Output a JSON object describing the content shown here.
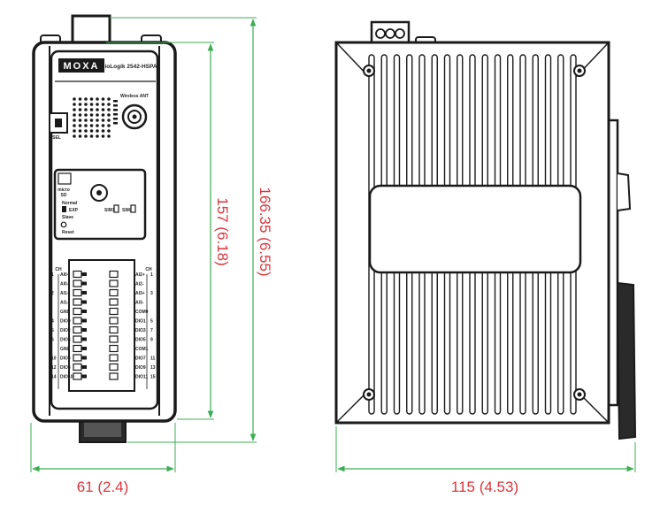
{
  "brand": "MOXA",
  "model": "ioLogik 2542-HSPA",
  "colors": {
    "dimension": "#d9363e",
    "dimension_line": "#3cae53",
    "outline": "#1a1a1a"
  },
  "front_view": {
    "labels": {
      "wireless_ant": "Wireless ANT",
      "sel": "SEL",
      "sim1": "SIM1",
      "sim2": "SIM2",
      "micro_sd_top": "micro",
      "micro_sd_bottom": "SD",
      "normal": "Normal",
      "exp": "EXP",
      "slave": "Slave",
      "reset": "Reset",
      "ch_left": "CH",
      "ch_right": "CH"
    },
    "left_terminals": [
      {
        "ch": "1",
        "label": "AI0+"
      },
      {
        "ch": "",
        "label": "AI0-"
      },
      {
        "ch": "2",
        "label": "AI1+"
      },
      {
        "ch": "",
        "label": "AI1-"
      },
      {
        "ch": "",
        "label": "GND"
      },
      {
        "ch": "4",
        "label": "DIO0"
      },
      {
        "ch": "5",
        "label": "DIO2"
      },
      {
        "ch": "6",
        "label": "DIO4"
      },
      {
        "ch": "",
        "label": "GND"
      },
      {
        "ch": "10",
        "label": "DIO6"
      },
      {
        "ch": "12",
        "label": "DIO8"
      },
      {
        "ch": "14",
        "label": "DIO10"
      }
    ],
    "right_terminals": [
      {
        "ch": "1",
        "label": "AI2+"
      },
      {
        "ch": "",
        "label": "AI2-"
      },
      {
        "ch": "3",
        "label": "AI3+"
      },
      {
        "ch": "",
        "label": "AI3-"
      },
      {
        "ch": "",
        "label": "COM0"
      },
      {
        "ch": "5",
        "label": "DIO1"
      },
      {
        "ch": "7",
        "label": "DIO3"
      },
      {
        "ch": "9",
        "label": "DIO5"
      },
      {
        "ch": "",
        "label": "COM1"
      },
      {
        "ch": "11",
        "label": "DIO7"
      },
      {
        "ch": "13",
        "label": "DIO9"
      },
      {
        "ch": "15",
        "label": "DIO11"
      }
    ]
  },
  "dimensions": {
    "width_front": "61 (2.4)",
    "height_body": "157 (6.18)",
    "height_total": "166.35 (6.55)",
    "depth": "115 (4.53)"
  }
}
